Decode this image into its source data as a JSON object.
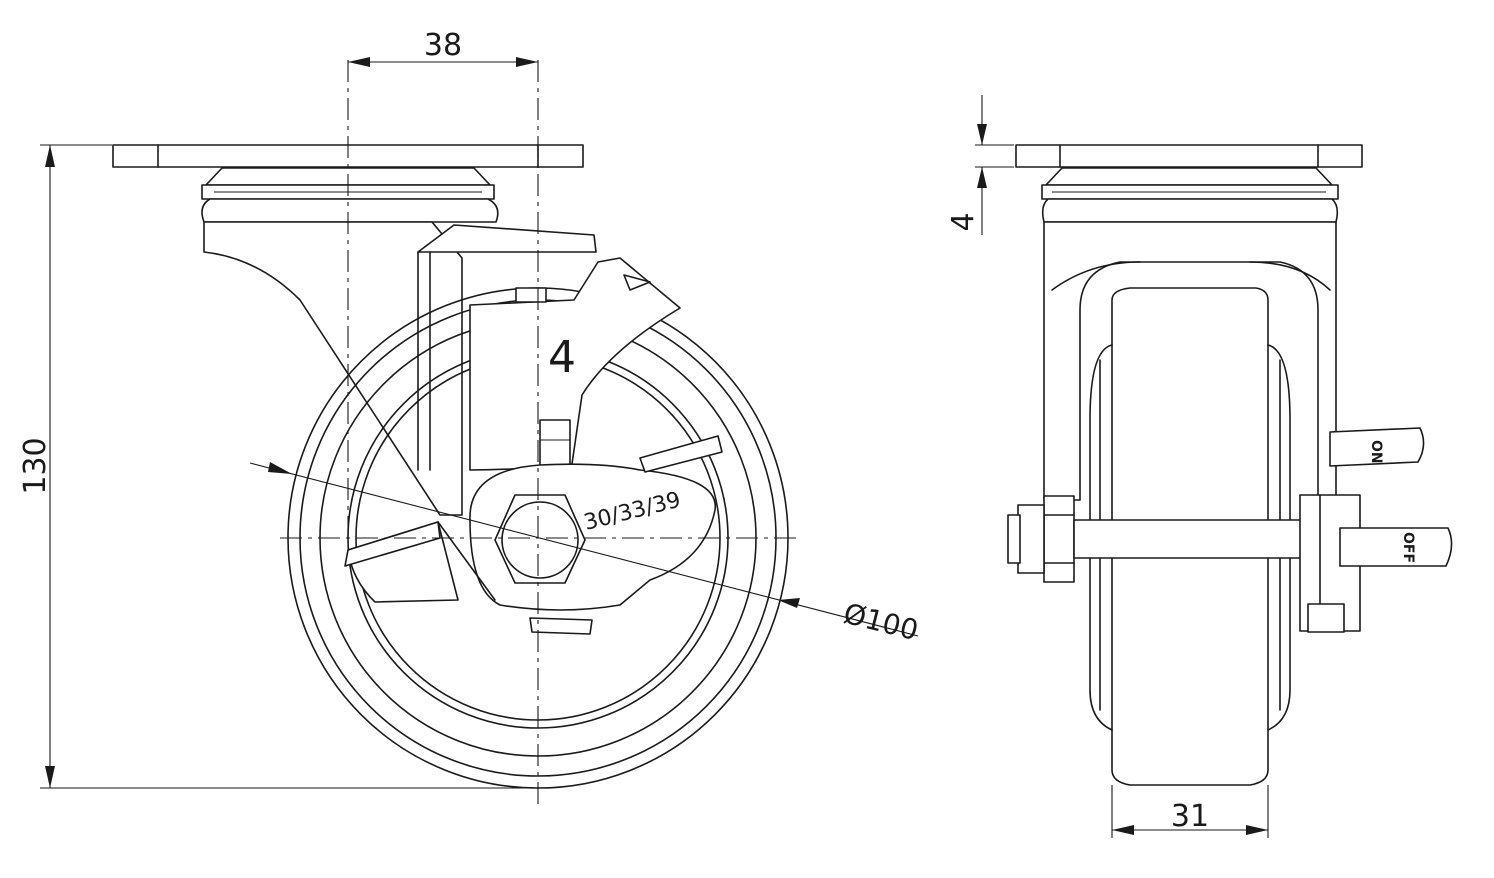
{
  "drawing": {
    "dimensions": {
      "offset": "38",
      "height": "130",
      "wheel_diameter": "Ø100",
      "brake_angles": "30/33/39",
      "plate_thickness": "4",
      "bracket_label": "4",
      "wheel_width": "31"
    },
    "lever_labels": {
      "on": "ON",
      "off": "OFF"
    },
    "line_color": "#1a1a1a",
    "background": "#ffffff"
  }
}
